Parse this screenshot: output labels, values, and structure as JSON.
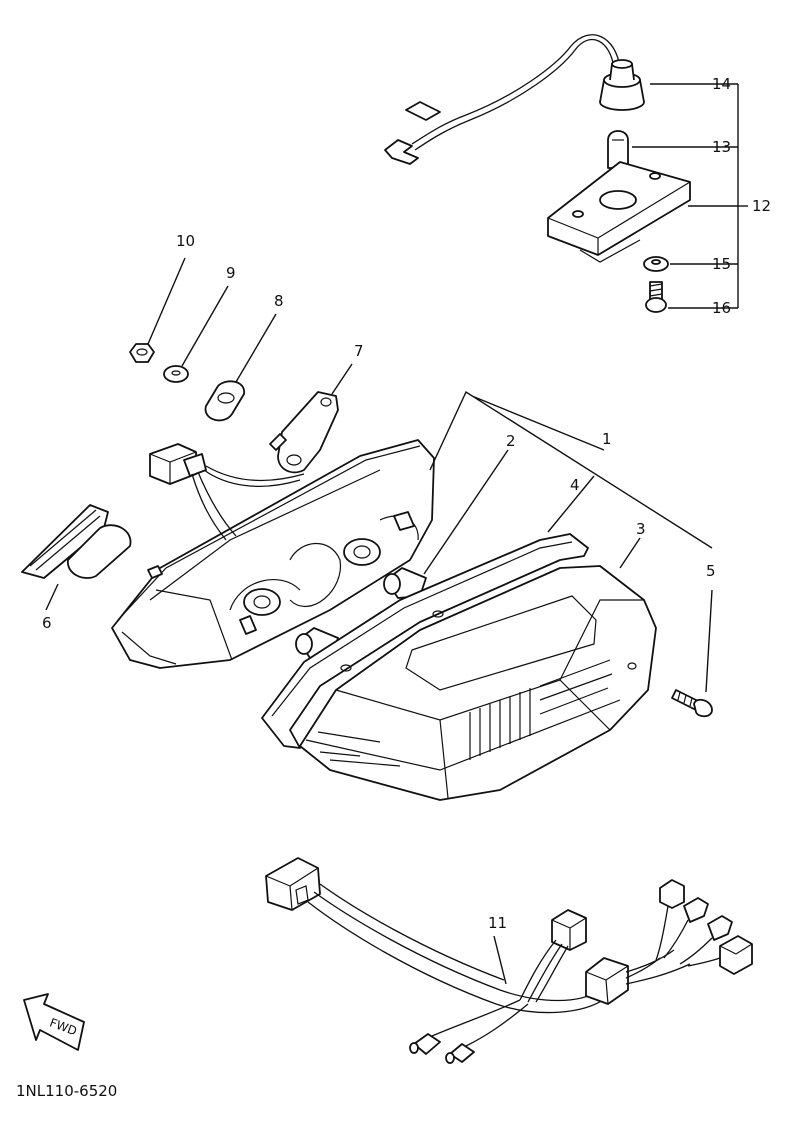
{
  "diagram": {
    "code": "1NL110-6520",
    "fwd_label": "FWD",
    "callouts": [
      "1",
      "2",
      "3",
      "4",
      "5",
      "6",
      "7",
      "8",
      "9",
      "10",
      "11",
      "12",
      "13",
      "14",
      "15",
      "16"
    ]
  }
}
